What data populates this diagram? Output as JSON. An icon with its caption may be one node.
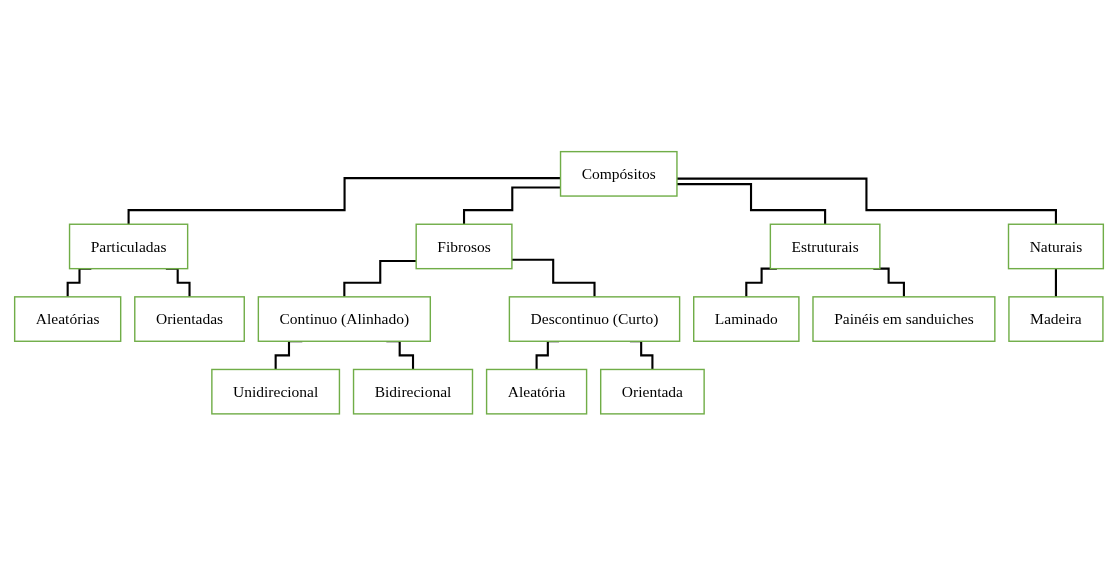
{
  "diagram": {
    "nodes": [
      {
        "text": [
          "Compósitos"
        ]
      },
      {
        "text": [
          "Particuladas"
        ]
      },
      {
        "text": [
          "Fibrosos"
        ]
      },
      {
        "text": [
          "Estruturais"
        ]
      },
      {
        "text": [
          "Naturais"
        ]
      },
      {
        "text": [
          "Aleatórias"
        ]
      },
      {
        "text": [
          "Orientadas"
        ]
      },
      {
        "text": [
          "Continuo (Alinhado)"
        ]
      },
      {
        "text": [
          "Descontinuo (Curto)"
        ]
      },
      {
        "text": [
          "Laminado"
        ]
      },
      {
        "text": [
          "Painéis em sanduiches"
        ]
      },
      {
        "text": [
          "Madeira"
        ]
      },
      {
        "text": [
          "Aleatória"
        ]
      },
      {
        "text": [
          "Orientada"
        ]
      },
      {
        "text": [
          "Unidirecional"
        ]
      },
      {
        "text": [
          "Bidirecional"
        ]
      }
    ],
    "edges": [
      {
        "from": 0,
        "to": 1,
        "arrow": "none"
      },
      {
        "from": 0,
        "to": 2,
        "arrow": "none"
      },
      {
        "from": 0,
        "to": 3,
        "arrow": "none"
      },
      {
        "from": 0,
        "to": 4,
        "arrow": "none"
      },
      {
        "from": 1,
        "to": 5,
        "arrow": "none"
      },
      {
        "from": 1,
        "to": 6,
        "arrow": "none"
      },
      {
        "from": 2,
        "to": 7,
        "arrow": "none"
      },
      {
        "from": 2,
        "to": 8,
        "arrow": "none"
      },
      {
        "from": 3,
        "to": 9,
        "arrow": "none"
      },
      {
        "from": 3,
        "to": 10,
        "arrow": "none"
      },
      {
        "from": 4,
        "to": 11,
        "arrow": "none"
      },
      {
        "from": 8,
        "to": 12,
        "arrow": "none"
      },
      {
        "from": 8,
        "to": 13,
        "arrow": "none"
      },
      {
        "from": 7,
        "to": 14,
        "arrow": "none"
      },
      {
        "from": 7,
        "to": 15,
        "arrow": "none"
      }
    ]
  }
}
